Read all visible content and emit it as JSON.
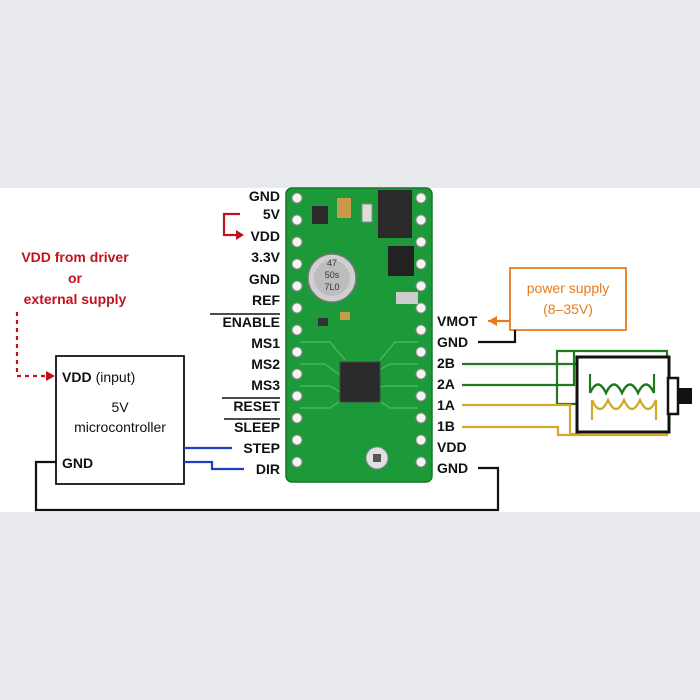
{
  "left_pins": [
    "GND",
    "5V",
    "VDD",
    "3.3V",
    "GND",
    "REF",
    "ENABLE",
    "MS1",
    "MS2",
    "MS3",
    "RESET",
    "SLEEP",
    "STEP",
    "DIR"
  ],
  "right_pins": [
    "VMOT",
    "GND",
    "2B",
    "2A",
    "1A",
    "1B",
    "VDD",
    "GND"
  ],
  "vdd_source": {
    "line1": "VDD from driver",
    "line2": "or",
    "line3": "external supply"
  },
  "microcontroller": {
    "vdd_label": "VDD",
    "vdd_note": "(input)",
    "line1": "5V",
    "line2": "microcontroller",
    "gnd_label": "GND"
  },
  "power_supply": {
    "line1": "power supply",
    "line2": "(8–35V)"
  },
  "capacitor": {
    "line1": "47",
    "line2": "50s",
    "line3": "7L0"
  },
  "colors": {
    "red": "#c0141c",
    "orange": "#e87b1d",
    "blue": "#1f3fbf",
    "green": "#1f7a1f",
    "gold": "#d4a92a",
    "board": "#1c9a3a",
    "black": "#111111"
  }
}
